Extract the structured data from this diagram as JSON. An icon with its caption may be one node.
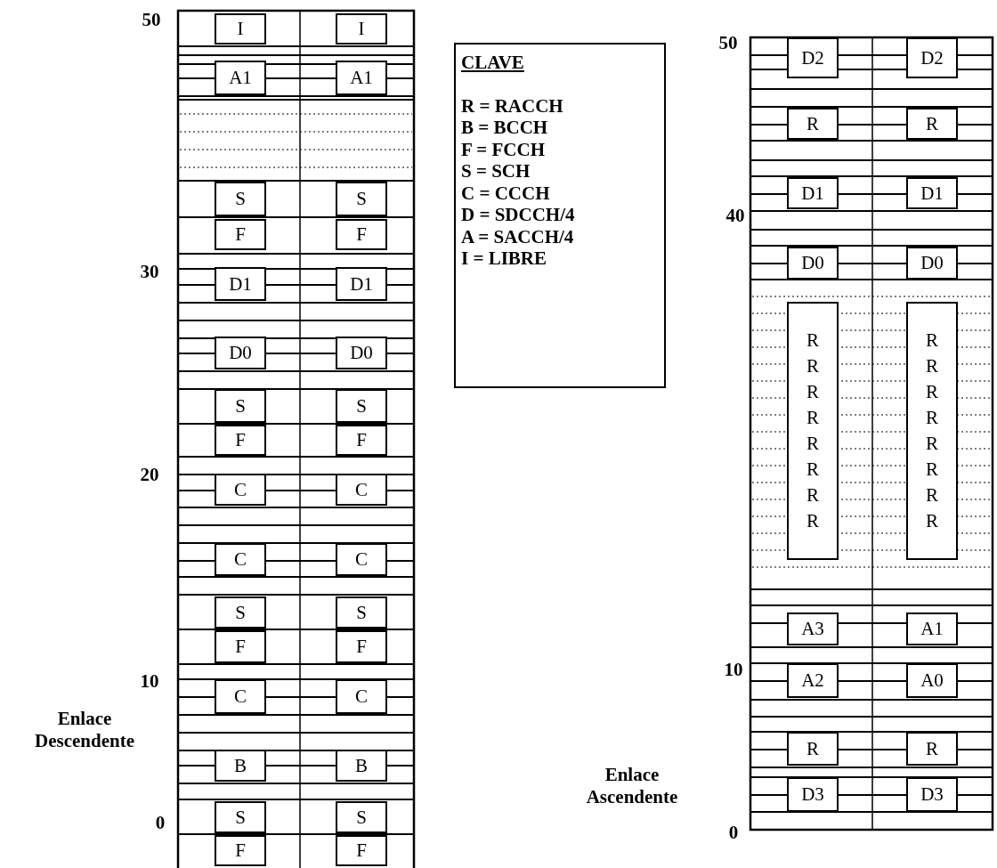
{
  "diagram": {
    "nodes": [
      {
        "text": [
          "I"
        ]
      },
      {
        "text": [
          "I"
        ]
      },
      {
        "text": [
          "A1"
        ]
      },
      {
        "text": [
          "A1"
        ]
      },
      {
        "text": [
          "S"
        ]
      },
      {
        "text": [
          "S"
        ]
      },
      {
        "text": [
          "F"
        ]
      },
      {
        "text": [
          "F"
        ]
      },
      {
        "text": [
          "D1"
        ]
      },
      {
        "text": [
          "D1"
        ]
      },
      {
        "text": [
          "D0"
        ]
      },
      {
        "text": [
          "D0"
        ]
      },
      {
        "text": [
          "S"
        ]
      },
      {
        "text": [
          "S"
        ]
      },
      {
        "text": [
          "F"
        ]
      },
      {
        "text": [
          "F"
        ]
      },
      {
        "text": [
          "C"
        ]
      },
      {
        "text": [
          "C"
        ]
      },
      {
        "text": [
          "C"
        ]
      },
      {
        "text": [
          "C"
        ]
      },
      {
        "text": [
          "S"
        ]
      },
      {
        "text": [
          "S"
        ]
      },
      {
        "text": [
          "F"
        ]
      },
      {
        "text": [
          "F"
        ]
      },
      {
        "text": [
          "C"
        ]
      },
      {
        "text": [
          "C"
        ]
      },
      {
        "text": [
          "B"
        ]
      },
      {
        "text": [
          "B"
        ]
      },
      {
        "text": [
          "S"
        ]
      },
      {
        "text": [
          "S"
        ]
      },
      {
        "text": [
          "F"
        ]
      },
      {
        "text": [
          "F"
        ]
      },
      {
        "text": [
          "CLAVE",
          "R = RACCH",
          "B = BCCH",
          "F = FCCH",
          "S = SCH",
          "C = CCCH",
          "D = SDCCH/4",
          "A = SACCH/4",
          "I = LIBRE"
        ]
      },
      {
        "text": [
          "D2"
        ]
      },
      {
        "text": [
          "D2"
        ]
      },
      {
        "text": [
          "R"
        ]
      },
      {
        "text": [
          "R"
        ]
      },
      {
        "text": [
          "D1"
        ]
      },
      {
        "text": [
          "D1"
        ]
      },
      {
        "text": [
          "D0"
        ]
      },
      {
        "text": [
          "D0"
        ]
      },
      {
        "text": [
          "R R R R R R R R"
        ]
      },
      {
        "text": [
          "R R R R R R R R"
        ]
      },
      {
        "text": [
          "A3"
        ]
      },
      {
        "text": [
          "A1"
        ]
      },
      {
        "text": [
          "A2"
        ]
      },
      {
        "text": [
          "A0"
        ]
      },
      {
        "text": [
          "R"
        ]
      },
      {
        "text": [
          "R"
        ]
      },
      {
        "text": [
          "D3"
        ]
      },
      {
        "text": [
          "D3"
        ]
      }
    ],
    "labels": [
      "50",
      "50",
      "40",
      "30",
      "20",
      "10",
      "10",
      "Enlace Descendente",
      "Enlace Ascendente",
      "0",
      "0"
    ]
  }
}
